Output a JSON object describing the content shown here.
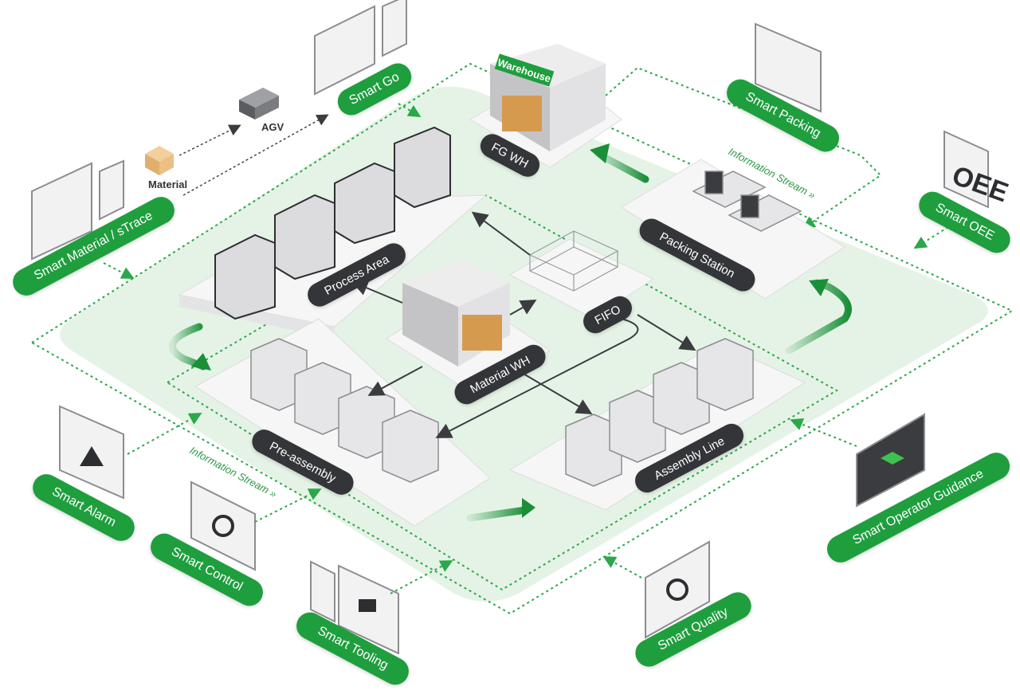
{
  "smart_modules": [
    {
      "id": "go",
      "label": "Smart Go"
    },
    {
      "id": "packing",
      "label": "Smart Packing"
    },
    {
      "id": "oee",
      "label": "Smart OEE"
    },
    {
      "id": "material",
      "label": "Smart Material / sTrace"
    },
    {
      "id": "alarm",
      "label": "Smart Alarm"
    },
    {
      "id": "control",
      "label": "Smart Control"
    },
    {
      "id": "tooling",
      "label": "Smart Tooling"
    },
    {
      "id": "quality",
      "label": "Smart Quality"
    },
    {
      "id": "operator",
      "label": "Smart Operator Guidance"
    }
  ],
  "areas": {
    "fg_wh": "FG WH",
    "warehouse_sign": "Warehouse",
    "process_area": "Process Area",
    "packing_station": "Packing Station",
    "fifo": "FIFO",
    "material_wh": "Material WH",
    "pre_assembly": "Pre-assembly",
    "assembly_line": "Assembly Line"
  },
  "logistics": {
    "agv": "AGV",
    "material": "Material"
  },
  "streams": {
    "top": "Information Stream »",
    "bottom": "Information Stream »"
  },
  "oee_icon_text": "OEE",
  "colors": {
    "green": "#1f9e3e",
    "zone": "#e5f3e6",
    "dark": "#333538"
  }
}
